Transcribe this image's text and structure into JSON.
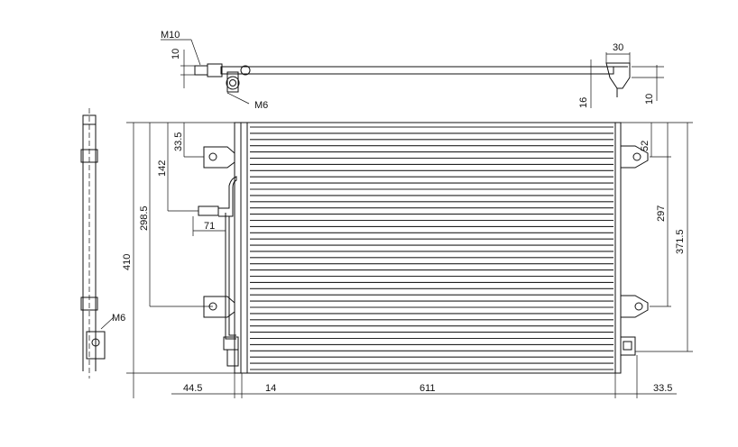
{
  "dimensions": {
    "top_view": {
      "thread_left": "M10",
      "thread_left_height": "10",
      "thread_bottom": "M6",
      "flange_width": "30",
      "flange_offset": "16",
      "flange_height": "10"
    },
    "front_view": {
      "top_offset": "33.5",
      "mid_bracket": "142",
      "lower_bracket": "298.5",
      "stub_length": "71",
      "height": "410",
      "right_top": "52",
      "right_span": "297",
      "right_total": "371.5",
      "left_margin": "44.5",
      "tank_width": "14",
      "core_width": "611",
      "right_margin": "33.5"
    },
    "side_view": {
      "thread": "M6"
    }
  },
  "colors": {
    "line": "#111111",
    "background": "#ffffff"
  }
}
